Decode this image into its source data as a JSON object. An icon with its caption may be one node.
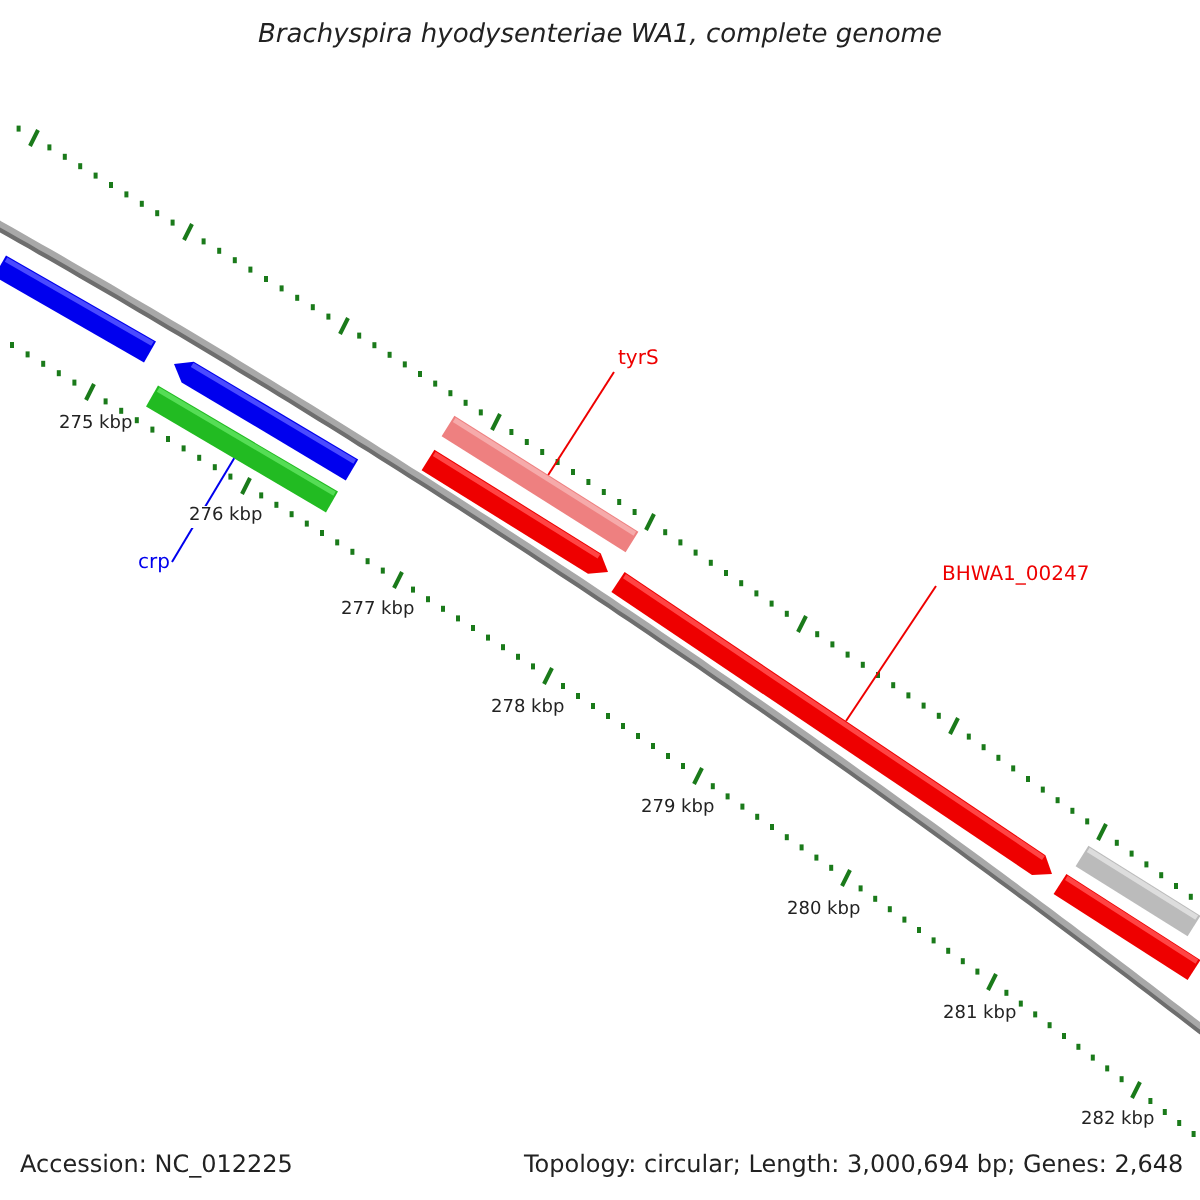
{
  "diagram": {
    "title": "Brachyspira hyodysenteriae WA1, complete genome",
    "nodes": [
      {
        "text": [],
        "shape": "bar"
      },
      {
        "text": [],
        "shape": "arrow"
      },
      {
        "text": [],
        "shape": "bar"
      },
      {
        "text": [
          "crp"
        ]
      },
      {
        "text": [
          "tyrS"
        ]
      },
      {
        "text": [],
        "shape": "bar"
      },
      {
        "text": [],
        "shape": "arrow"
      },
      {
        "text": [
          "BHWA1_00247"
        ]
      },
      {
        "text": [],
        "shape": "arrow"
      },
      {
        "text": [],
        "shape": "bar"
      },
      {
        "text": [],
        "shape": "bar"
      }
    ],
    "edges": [
      {
        "from": 3,
        "to": 2,
        "arrow": "none",
        "color": "#0000ee"
      },
      {
        "from": 4,
        "to": 5,
        "arrow": "none"
      },
      {
        "from": 7,
        "to": 8,
        "arrow": "none"
      }
    ],
    "labels": [
      "275 kbp",
      "276 kbp",
      "277 kbp",
      "278 kbp",
      "279 kbp",
      "280 kbp",
      "281 kbp",
      "282 kbp",
      "Accession: NC_012225",
      "Topology: circular; Length: 3,000,694 bp; Genes: 2,648"
    ]
  }
}
